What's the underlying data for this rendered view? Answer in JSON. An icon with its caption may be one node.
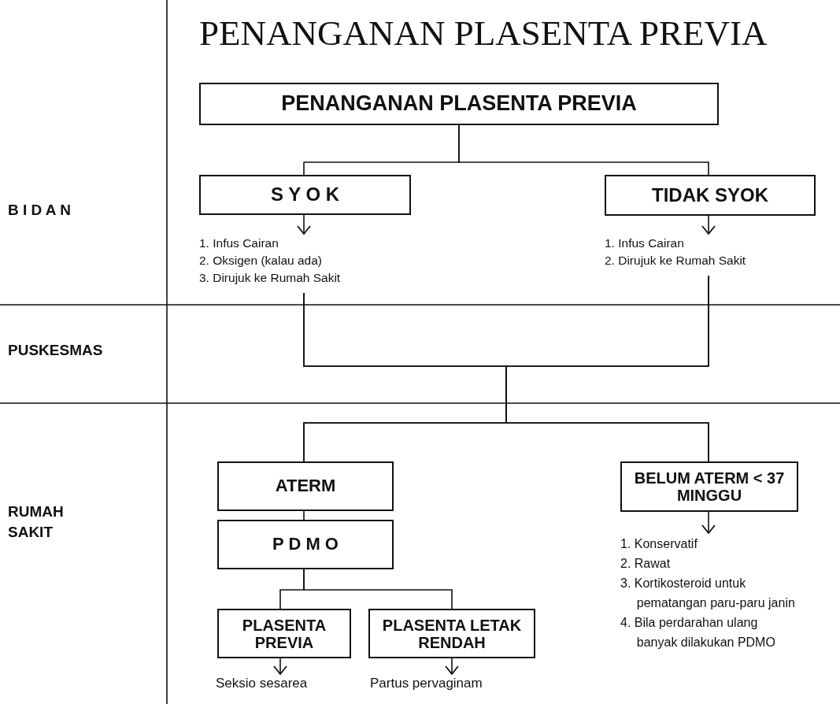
{
  "diagram": {
    "title": "PENANGANAN PLASENTA PREVIA",
    "nodes": [
      {
        "text": [
          "PENANGANAN PLASENTA PREVIA"
        ]
      },
      {
        "text": [
          "S Y O K"
        ]
      },
      {
        "text": [
          "TIDAK SYOK"
        ]
      },
      {
        "text": [
          "1. Infus Cairan",
          "2. Oksigen (kalau ada)",
          "3. Dirujuk ke Rumah Sakit"
        ]
      },
      {
        "text": [
          "1. Infus Cairan",
          "2. Dirujuk ke Rumah Sakit"
        ]
      },
      {
        "text": [
          "ATERM"
        ]
      },
      {
        "text": [
          "P D M O"
        ]
      },
      {
        "text": [
          "BELUM ATERM < 37 MINGGU"
        ]
      },
      {
        "text": [
          "1. Konservatif",
          "2. Rawat",
          "3. Kortikosteroid untuk pematangan paru-paru janin",
          "4. Bila perdarahan ulang banyak dilakukan PDMO"
        ]
      },
      {
        "text": [
          "PLASENTA PREVIA"
        ]
      },
      {
        "text": [
          "PLASENTA LETAK RENDAH"
        ]
      },
      {
        "text": [
          "Seksio sesarea"
        ]
      },
      {
        "text": [
          "Partus pervaginam"
        ]
      }
    ],
    "edges": [
      {
        "from": 0,
        "to": 1,
        "arrow": "none"
      },
      {
        "from": 0,
        "to": 2,
        "arrow": "none"
      },
      {
        "from": 1,
        "to": 3,
        "arrow": "to"
      },
      {
        "from": 2,
        "to": 4,
        "arrow": "to"
      },
      {
        "from": 3,
        "to": 5,
        "arrow": "none"
      },
      {
        "from": 3,
        "to": 7,
        "arrow": "none"
      },
      {
        "from": 4,
        "to": 5,
        "arrow": "none"
      },
      {
        "from": 4,
        "to": 7,
        "arrow": "none"
      },
      {
        "from": 5,
        "to": 6,
        "arrow": "none"
      },
      {
        "from": 6,
        "to": 9,
        "arrow": "none"
      },
      {
        "from": 6,
        "to": 10,
        "arrow": "none"
      },
      {
        "from": 7,
        "to": 8,
        "arrow": "to"
      },
      {
        "from": 9,
        "to": 11,
        "arrow": "to"
      },
      {
        "from": 10,
        "to": 12,
        "arrow": "to"
      }
    ],
    "labels": [
      "B I D A N",
      "PUSKESMAS",
      "RUMAH SAKIT"
    ]
  }
}
